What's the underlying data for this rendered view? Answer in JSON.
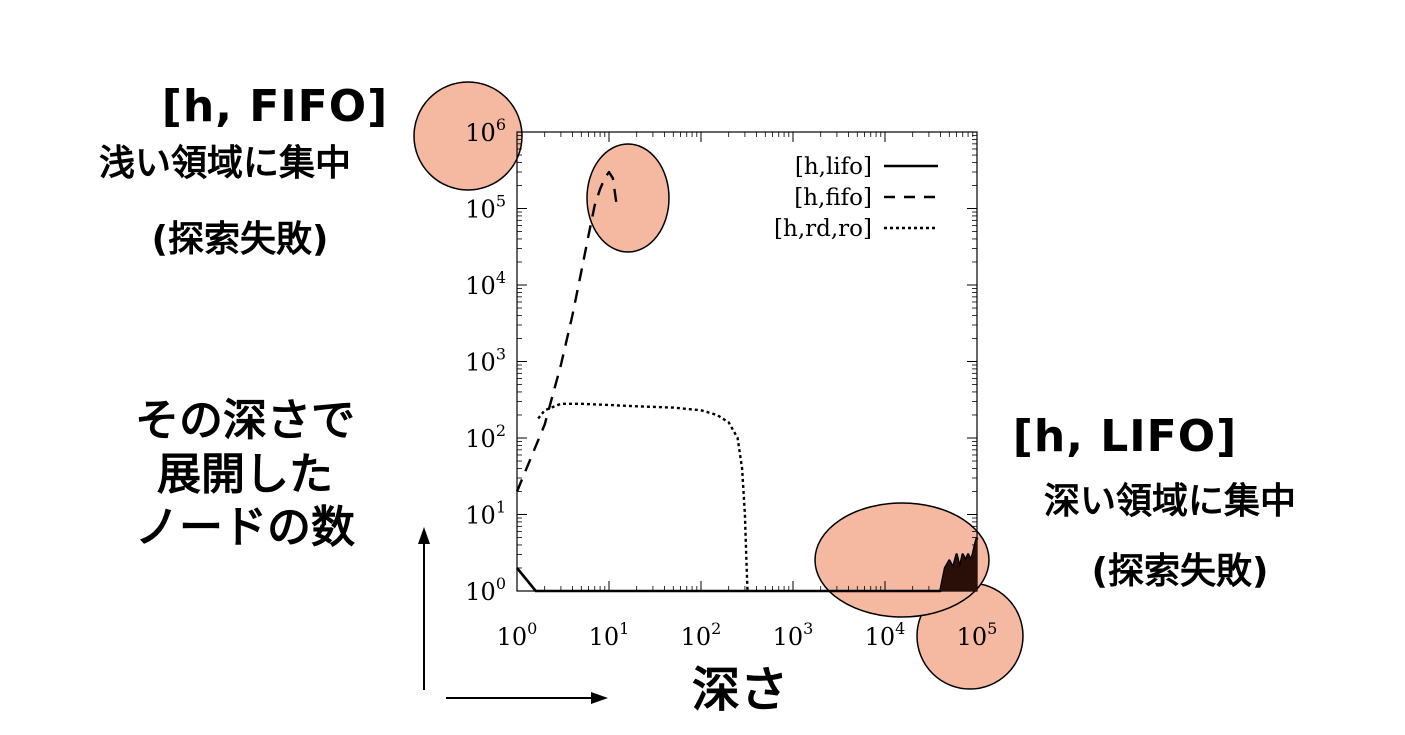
{
  "chart_data": {
    "type": "line",
    "x_scale": "log",
    "y_scale": "log",
    "xlim": [
      1,
      100000
    ],
    "ylim": [
      1,
      1000000
    ],
    "xticks": [
      1,
      10,
      100,
      1000,
      10000,
      100000
    ],
    "yticks": [
      1,
      10,
      100,
      1000,
      10000,
      100000,
      1000000
    ],
    "xtick_labels": [
      "10^0",
      "10^1",
      "10^2",
      "10^3",
      "10^4",
      "10^5"
    ],
    "ytick_labels": [
      "10^0",
      "10^1",
      "10^2",
      "10^3",
      "10^4",
      "10^5",
      "10^6"
    ],
    "legend_position": "top-right",
    "grid": false,
    "series": [
      {
        "name": "[h,lifo]",
        "style": "solid",
        "x": [
          1,
          1.6,
          10000,
          40000,
          45000,
          50000,
          55000,
          60000,
          65000,
          70000,
          75000,
          80000,
          85000,
          90000,
          95000,
          100000
        ],
        "y": [
          2,
          1,
          1,
          1,
          2,
          2.5,
          2,
          3,
          2,
          3,
          2.5,
          3,
          2.5,
          3,
          4,
          5
        ]
      },
      {
        "name": "[h,fifo]",
        "style": "dashed",
        "x": [
          1,
          2,
          3,
          4,
          5,
          6,
          7,
          8,
          9,
          10,
          11,
          12
        ],
        "y": [
          20,
          150,
          900,
          4000,
          15000,
          45000,
          110000,
          180000,
          250000,
          300000,
          250000,
          120000
        ]
      },
      {
        "name": "[h,rd,ro]",
        "style": "dotted",
        "x": [
          1.7,
          2,
          3,
          5,
          10,
          20,
          50,
          100,
          150,
          200,
          250,
          280,
          300,
          310,
          320
        ],
        "y": [
          180,
          230,
          280,
          280,
          270,
          260,
          250,
          230,
          200,
          160,
          100,
          40,
          10,
          3,
          1
        ]
      }
    ]
  },
  "annotations": {
    "fifo_head": "[h, FIFO]",
    "fifo_desc": "浅い領域に集中",
    "fifo_note": "(探索失敗)",
    "lifo_head": "[h, LIFO]",
    "lifo_desc": "深い領域に集中",
    "lifo_note": "(探索失敗)",
    "ylabel_line1": "その深さで",
    "ylabel_line2": "展開した",
    "ylabel_line3": "ノードの数",
    "xlabel": "深さ"
  },
  "colors": {
    "highlight_fill": "#f4b9a0",
    "highlight_stroke": "#000000",
    "data": "#000000",
    "lifo_fill": "#2a0f08"
  }
}
